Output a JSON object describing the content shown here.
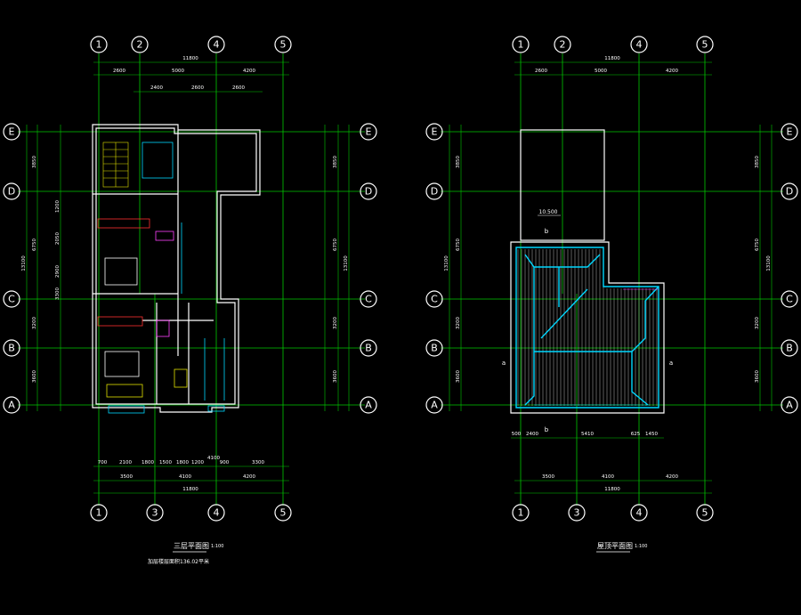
{
  "colors": {
    "background": "#000000",
    "axis": "#00c800",
    "wall": "#ffffff",
    "roof_edge": "#00d8ff",
    "hatch": "#bbbbbb",
    "accent_yellow": "#e0e000",
    "accent_red": "#ff3030",
    "accent_magenta": "#ff40ff"
  },
  "plan_left": {
    "axes_x": [
      "1",
      "2",
      "4",
      "5"
    ],
    "axes_x_bottom": [
      "1",
      "3",
      "4",
      "5"
    ],
    "axes_y": [
      "E",
      "D",
      "C",
      "B",
      "A"
    ],
    "top_total": "11800",
    "top_dims": [
      "2600",
      "5000",
      "4200"
    ],
    "top_inner_dims": [
      "2400",
      "2600",
      "2600"
    ],
    "bottom_dims": [
      "700",
      "2100",
      "1800",
      "1500",
      "1800",
      "1200",
      "900",
      "3300"
    ],
    "bottom_mid": [
      "3500",
      "4100",
      "4200"
    ],
    "bottom_small": [
      "4100"
    ],
    "bottom_total": "11800",
    "left_dims": [
      "3850",
      "6750",
      "3200",
      "3600"
    ],
    "left_total": "13100",
    "left_inner": [
      "1200",
      "2050",
      "2900",
      "3300"
    ],
    "right_dims": [
      "3850",
      "6750",
      "3200",
      "3600"
    ],
    "right_total": "13100",
    "title": "三层平面图",
    "scale": "1:100",
    "subtitle": "加层楼层面积136.02平米"
  },
  "plan_right": {
    "axes_x": [
      "1",
      "2",
      "4",
      "5"
    ],
    "axes_x_bottom": [
      "1",
      "3",
      "4",
      "5"
    ],
    "axes_y": [
      "E",
      "D",
      "C",
      "B",
      "A"
    ],
    "top_total": "11800",
    "top_dims": [
      "2600",
      "5000",
      "4200"
    ],
    "bottom_dims": [
      "500",
      "2400",
      "5410",
      "625",
      "1450"
    ],
    "bottom_mid": [
      "3500",
      "4100",
      "4200"
    ],
    "bottom_total": "11800",
    "left_dims": [
      "3850",
      "6750",
      "3200",
      "3600"
    ],
    "left_total": "13100",
    "right_dims": [
      "3850",
      "6750",
      "3200",
      "3600"
    ],
    "right_total": "13100",
    "elevation_label": "10.500",
    "mark_b": "b",
    "mark_a": "a",
    "title": "屋顶平面图",
    "scale": "1:100"
  }
}
